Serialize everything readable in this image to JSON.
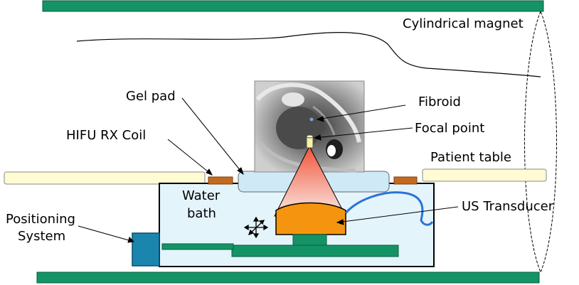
{
  "labels": {
    "cylindrical_magnet": "Cylindrical magnet",
    "gel_pad": "Gel pad",
    "fibroid": "Fibroid",
    "focal_point": "Focal point",
    "hifu_rx_coil": "HIFU RX Coil",
    "patient_table": "Patient table",
    "water_bath_line1": "Water",
    "water_bath_line2": "bath",
    "us_transducer": "US Transducer",
    "positioning_line1": "Positioning",
    "positioning_line2": "System"
  },
  "colors": {
    "magnet": "#149466",
    "magnet_stroke": "#0a5e3e",
    "table": "#fffbd2",
    "coil": "#c46a1f",
    "water": "#e4f4fb",
    "gel_pad": "#cfe9f6",
    "transducer": "#f5950f",
    "positioner": "#1a86ae",
    "cable": "#2b73d6",
    "rail": "#149466"
  }
}
